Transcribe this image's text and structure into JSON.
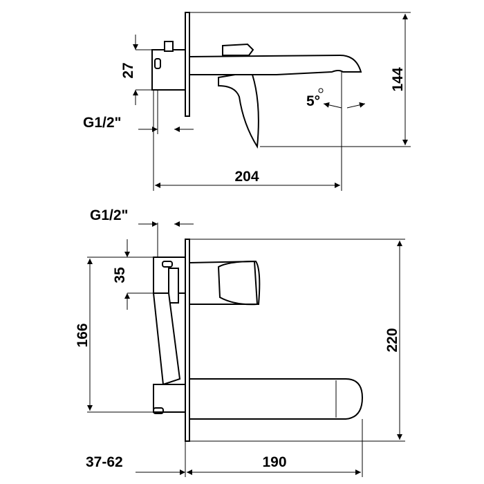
{
  "top_view": {
    "dim_height": "144",
    "dim_body": "27",
    "dim_thread": "G1/2\"",
    "dim_length": "204",
    "dim_angle": "5°"
  },
  "front_view": {
    "dim_thread": "G1/2\"",
    "dim_body": "35",
    "dim_spacing": "166",
    "dim_plate_height": "220",
    "dim_wall_depth": "37-62",
    "dim_spout_length": "190"
  }
}
